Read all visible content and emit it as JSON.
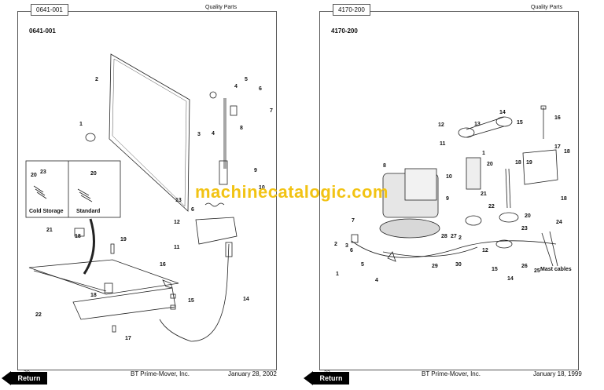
{
  "left_page": {
    "tab": "0641-001",
    "section": "0641-001",
    "quality": "Quality Parts",
    "page_num": "30",
    "publisher": "BT Prime-Mover, Inc.",
    "date": "January 28, 2002",
    "inset": {
      "cold_label": "Cold Storage",
      "std_label": "Standard"
    },
    "callouts": [
      "1",
      "2",
      "3",
      "4",
      "4",
      "5",
      "6",
      "7",
      "8",
      "9",
      "10",
      "11",
      "12",
      "13",
      "6",
      "14",
      "15",
      "16",
      "17",
      "18",
      "18",
      "19",
      "20",
      "20",
      "21",
      "22",
      "23"
    ]
  },
  "right_page": {
    "tab": "4170-200",
    "section": "4170-200",
    "quality": "Quality Parts",
    "page_num": "32",
    "publisher": "BT Prime-Mover, Inc.",
    "date": "January 18, 1999",
    "mast_label": "Mast cables",
    "callouts": [
      "1",
      "2",
      "3",
      "4",
      "5",
      "6",
      "7",
      "8",
      "9",
      "10",
      "11",
      "12",
      "13",
      "14",
      "15",
      "16",
      "17",
      "18",
      "18",
      "18",
      "19",
      "20",
      "21",
      "22",
      "23",
      "24",
      "25",
      "26",
      "27",
      "28",
      "29",
      "30",
      "2",
      "12",
      "14",
      "15",
      "1",
      "20"
    ]
  },
  "return_label": "Return",
  "watermark": "machinecatalogic.com"
}
